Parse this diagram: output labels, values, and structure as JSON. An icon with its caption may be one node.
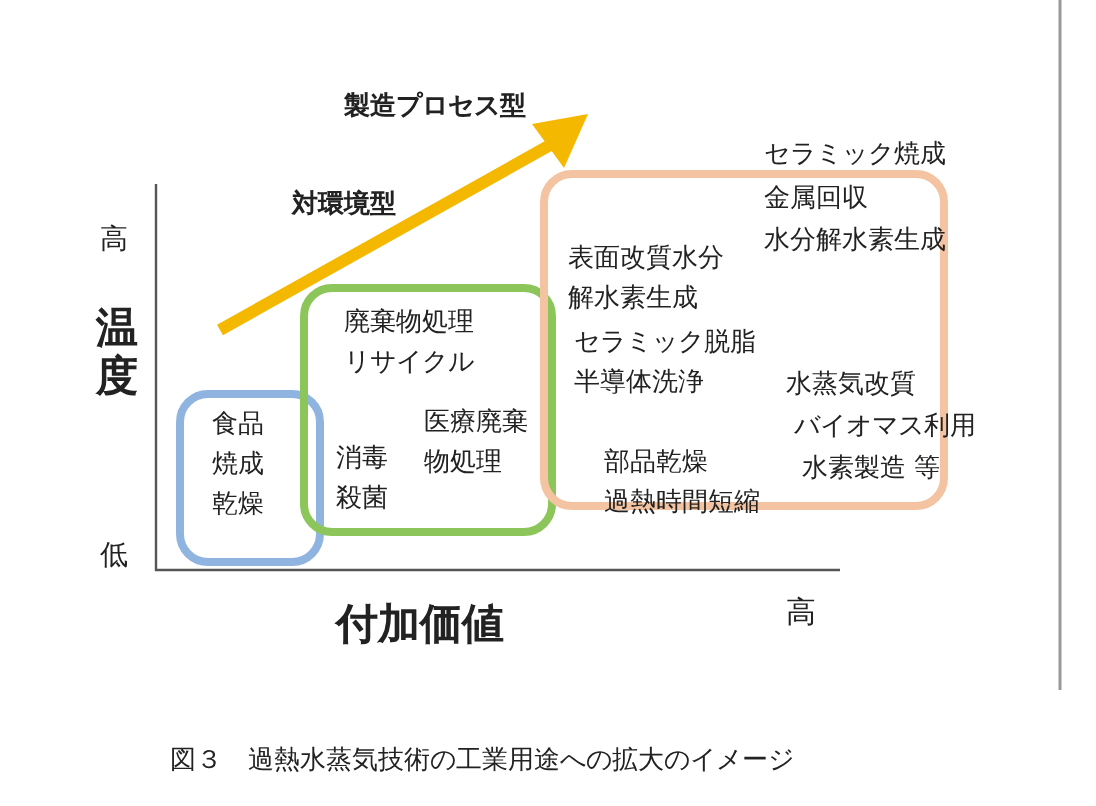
{
  "diagram": {
    "caption": "図３　過熱水蒸気技術の工業用途への拡大のイメージ",
    "nodes": [
      {
        "text": [
          "食品焼成乾燥"
        ]
      },
      {
        "text": [
          "廃棄物処理リサイクル",
          "消毒殺菌",
          "医療廃棄物処理"
        ]
      },
      {
        "text": [
          "表面改質水分解水素生成",
          "セラミック脱脂",
          "半導体洗浄",
          "セラミック焼成",
          "金属回収",
          "水分解水素生成",
          "水蒸気改質",
          "バイオマス利用",
          "水素製造 等",
          "部品乾燥",
          "過熱時間短縮"
        ]
      }
    ],
    "edges": [],
    "labels": [
      "製造プロセス型",
      "対環境型",
      "高",
      "温度",
      "低",
      "付加価値",
      "高"
    ]
  }
}
